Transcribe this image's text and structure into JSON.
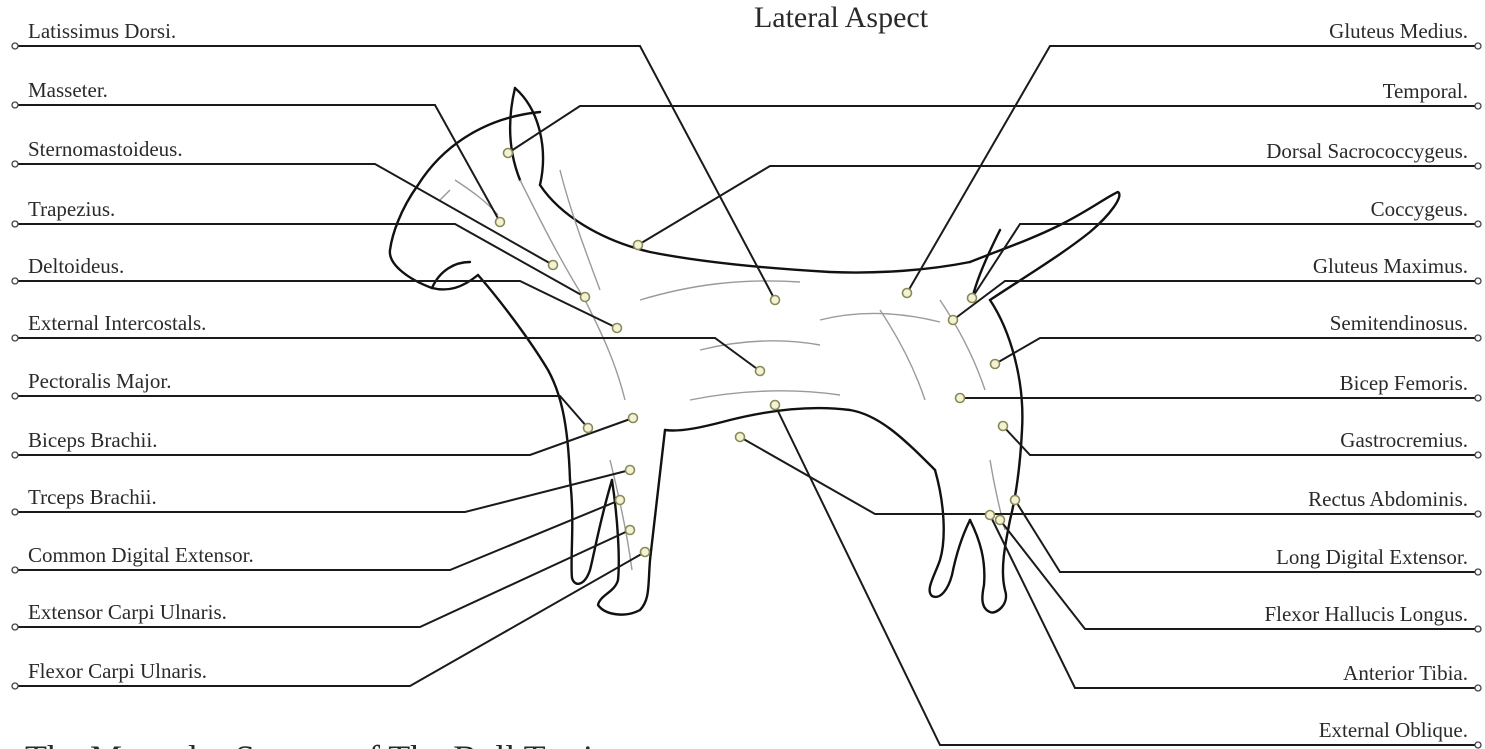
{
  "diagram": {
    "heading": "Lateral Aspect",
    "footer_title": "The Muscular System of The Bull Terrier",
    "colors": {
      "leader": "#1a1a1a",
      "marker": "#f4f2d6",
      "outline": "#111111"
    },
    "left_labels": [
      "Latissimus Dorsi.",
      "Masseter.",
      "Sternomastoideus.",
      "Trapezius.",
      "Deltoideus.",
      "External Intercostals.",
      "Pectoralis Major.",
      "Biceps Brachii.",
      "Trceps Brachii.",
      "Common Digital Extensor.",
      "Extensor Carpi Ulnaris.",
      "Flexor Carpi Ulnaris."
    ],
    "right_labels": [
      "Gluteus Medius.",
      "Temporal.",
      "Dorsal Sacrococcygeus.",
      "Coccygeus.",
      "Gluteus Maximus.",
      "Semitendinosus.",
      "Bicep Femoris.",
      "Gastrocremius.",
      "Rectus Abdominis.",
      "Long Digital Extensor.",
      "Flexor Hallucis Longus.",
      "Anterior Tibia.",
      "External Oblique."
    ]
  }
}
